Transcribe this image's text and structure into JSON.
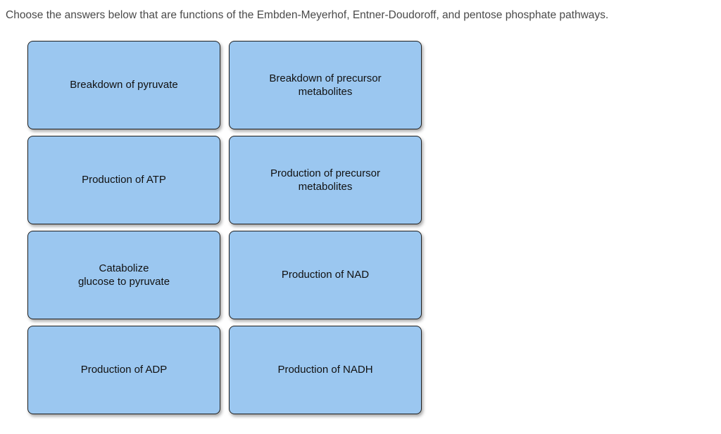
{
  "question": {
    "prompt": "Choose the answers below that are functions of the Embden-Meyerhof, Entner-Doudoroff, and pentose phosphate pathways."
  },
  "options": [
    {
      "label": "Breakdown of pyruvate"
    },
    {
      "label": "Breakdown of precursor\nmetabolites"
    },
    {
      "label": "Production of ATP"
    },
    {
      "label": "Production of precursor\nmetabolites"
    },
    {
      "label": "Catabolize\nglucose to pyruvate"
    },
    {
      "label": "Production of NAD"
    },
    {
      "label": "Production of ADP"
    },
    {
      "label": "Production of NADH"
    }
  ],
  "colors": {
    "card_fill": "#9bc7f0",
    "card_border": "#1f1f1f",
    "title_text": "#4a4a4a",
    "card_text": "#111111",
    "page_bg": "#ffffff"
  }
}
